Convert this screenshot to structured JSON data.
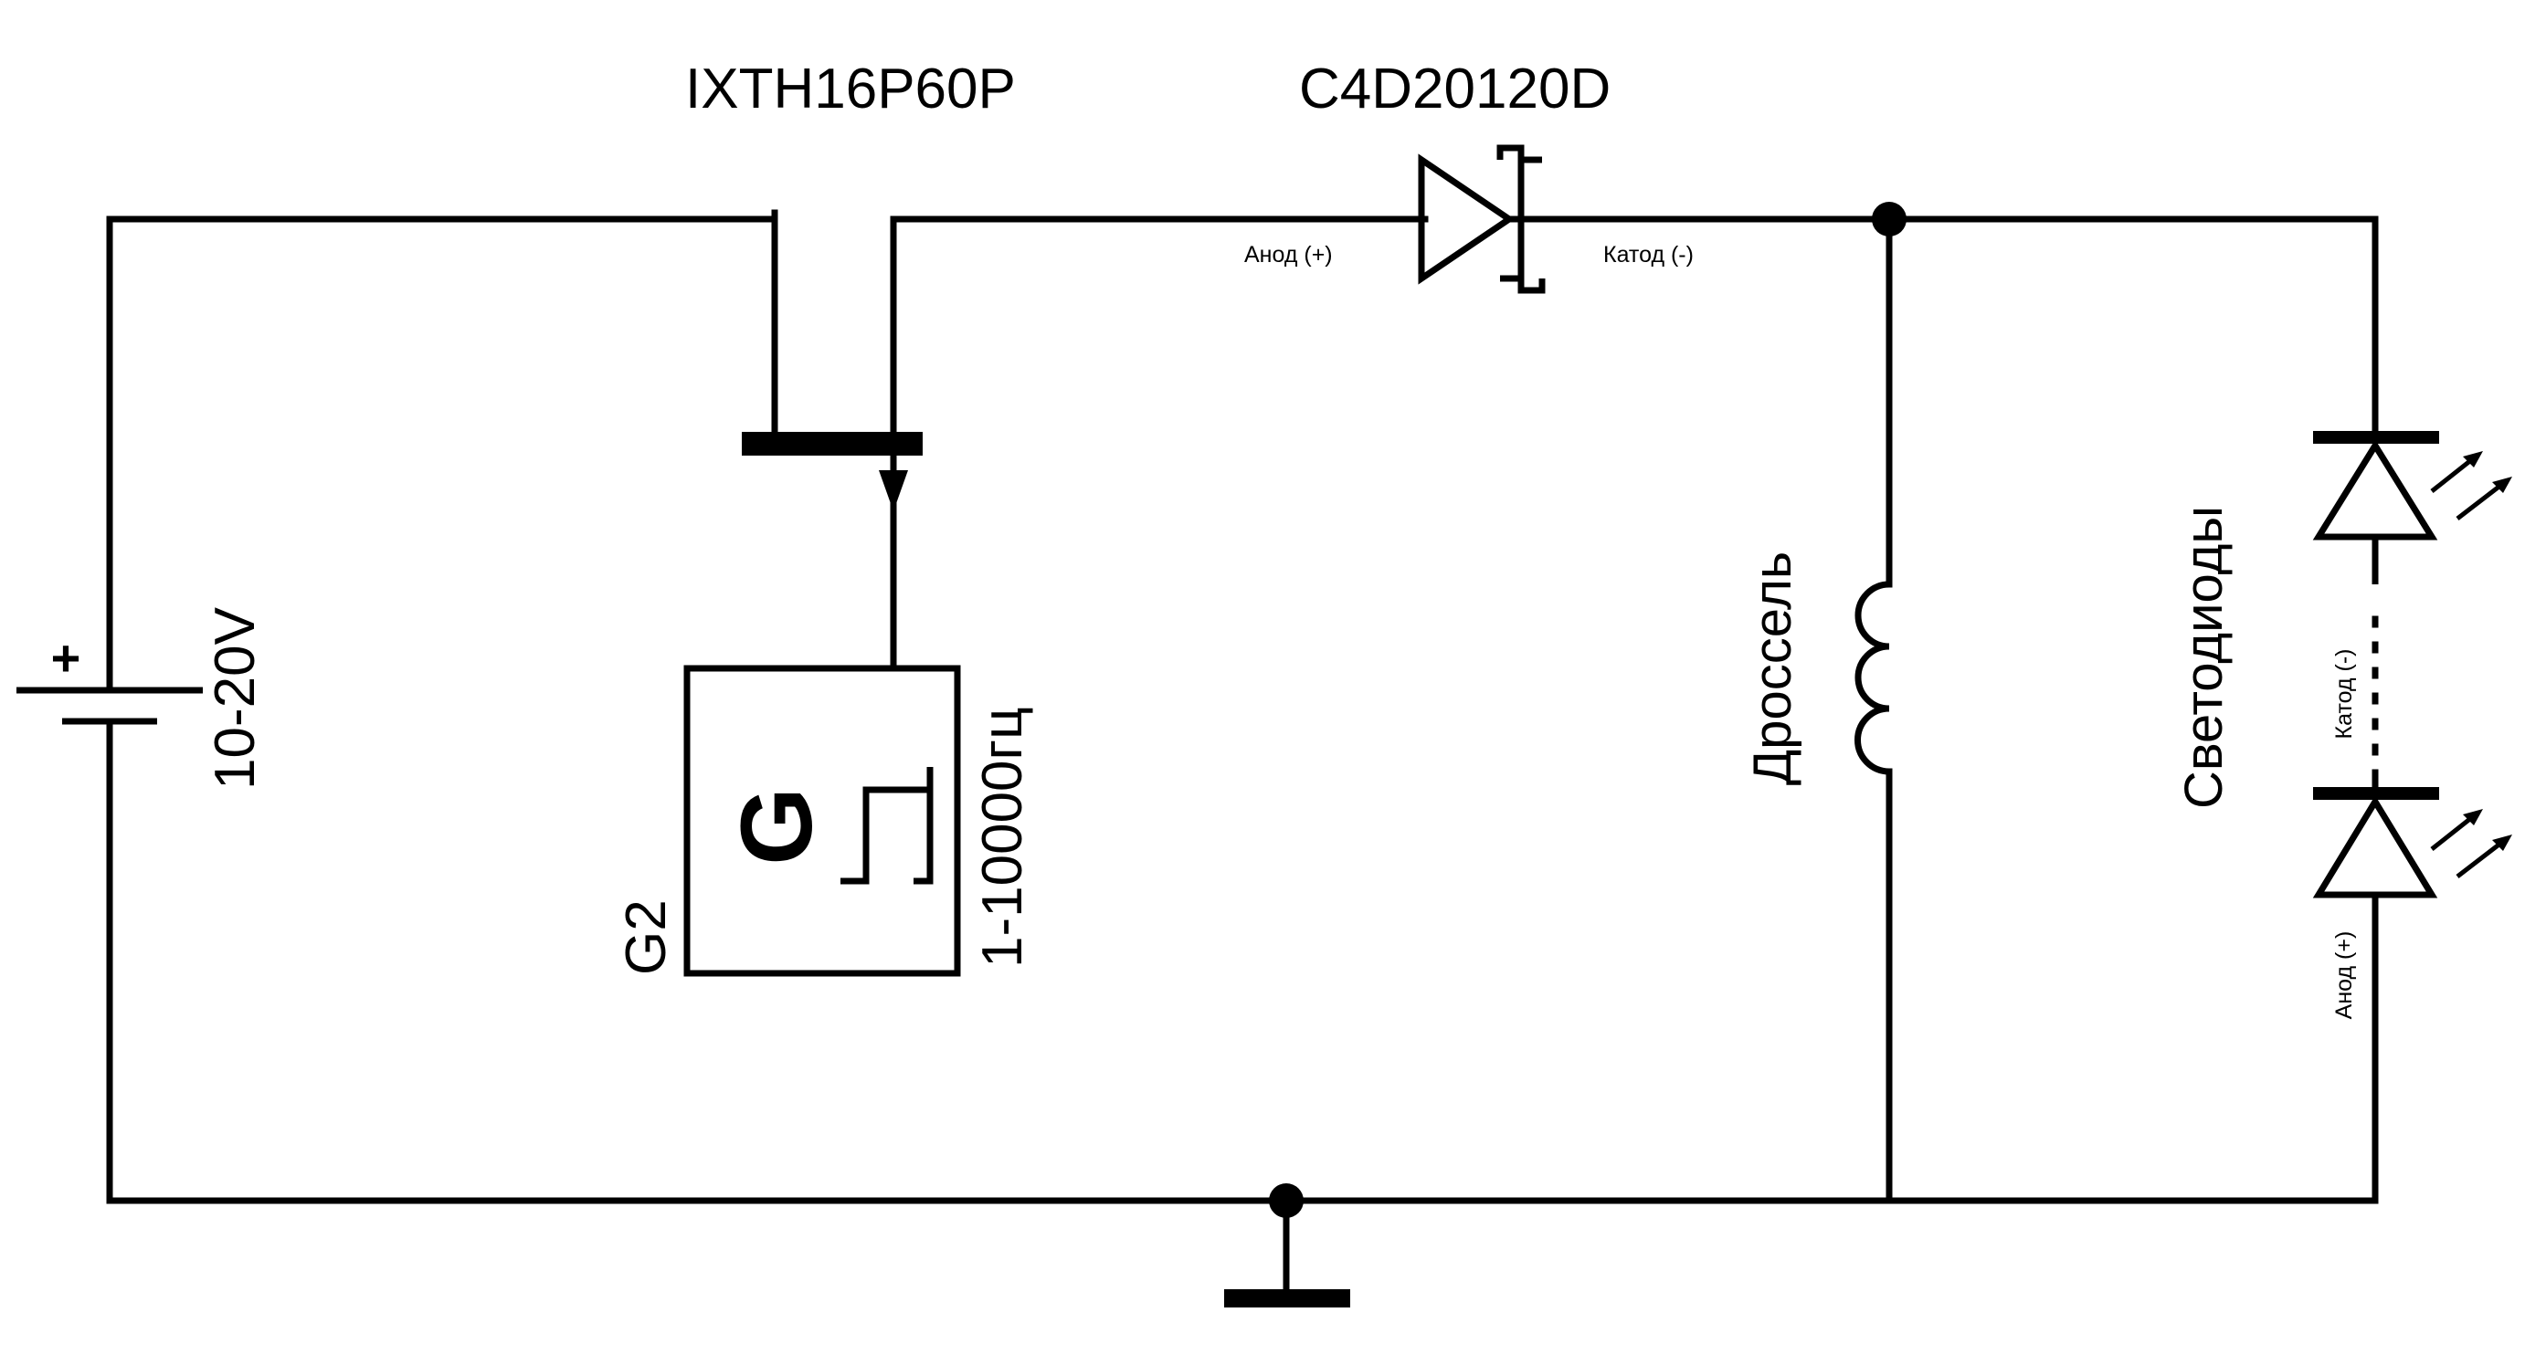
{
  "labels": {
    "mosfet_part": "IXTH16P60P",
    "diode_part": "C4D20120D",
    "diode_anode": "Анод (+)",
    "diode_cathode": "Катод (-)",
    "battery_voltage": "10-20V",
    "battery_plus": "+",
    "generator_symbol": "G",
    "generator_ref": "G2",
    "generator_freq": "1-10000гц",
    "inductor": "Дроссель",
    "leds": "Светодиоды",
    "led_cathode": "Катод (-)",
    "led_anode": "Анод (+)"
  }
}
